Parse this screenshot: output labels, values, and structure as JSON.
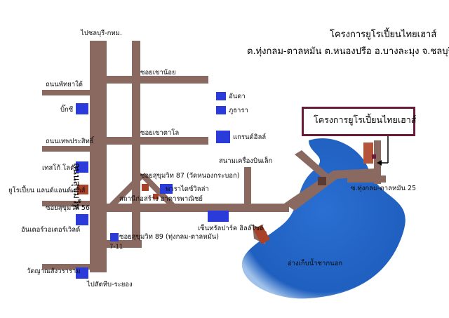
{
  "header": {
    "project": "โครงการยูโรเปี้ยนไทยเฮาส์",
    "address": "ต.ทุ่งกลม-ตาลหมัน ต.หนองปรือ อ.บางละมุง จ.ชลบุรี"
  },
  "callout": {
    "label": "โครงการยูโรเปี้ยนไทยเฮาส์"
  },
  "roads": {
    "main_road": "ถนนสุขุมวิท",
    "north_end": "ไปชลบุรี-กทม.",
    "south_end": "ไปสัตหีบ-ระยอง",
    "soi_khao_noi": "ซอยเขาน้อย",
    "soi_khao_talo": "ซอยเขาตาโล",
    "soi_87": "ซอยสุขุมวิท 87 (วัดหนองกระบอก)",
    "soi_89": "ซอยสุขุมวิท 89 (ทุ่งกลม-ตาลหมัน)",
    "soi_56": "ซอยสุขุมวิท 56",
    "pattaya_tai": "ถนนพัทยาใต้",
    "thepprasit": "ถนนเทพประสิทธิ์",
    "thung_klom_25": "ซ.ทุ่งกลม-ตาลหมัน 25"
  },
  "landmarks": {
    "bigc": "บิ๊กซี",
    "tesco": "เทสโก้ โลตัส",
    "european_land": "ยูโรเปี้ยน แลนด์แอนด์เฮาส์",
    "underwater": "อันเดอร์วอเตอร์เวิลด์",
    "wat_yan": "วัดญาณสังวราราม",
    "seven_eleven": "7-11",
    "amata": "อันดา",
    "phutara": "ภูธารา",
    "grand_hill": "แกรนด์ฮิลล์",
    "airfield": "สนามเครื่องบินเล็ก",
    "paradise_villa": "พาราไดซ์วิลล่า",
    "station_building": "สถานีก่อสร้าง อาคารพาณิชย์",
    "central_park": "เซ็นทรัลปาร์ค ฮิลล์ไซด์",
    "reservoir": "อ่างเก็บน้ำชากนอก"
  },
  "colors": {
    "road": "#8a6a60",
    "water": "#1f64c6",
    "landmark_blue": "#2b3bd9",
    "landmark_red": "#a8432a",
    "callout_border": "#6b1a3a"
  }
}
